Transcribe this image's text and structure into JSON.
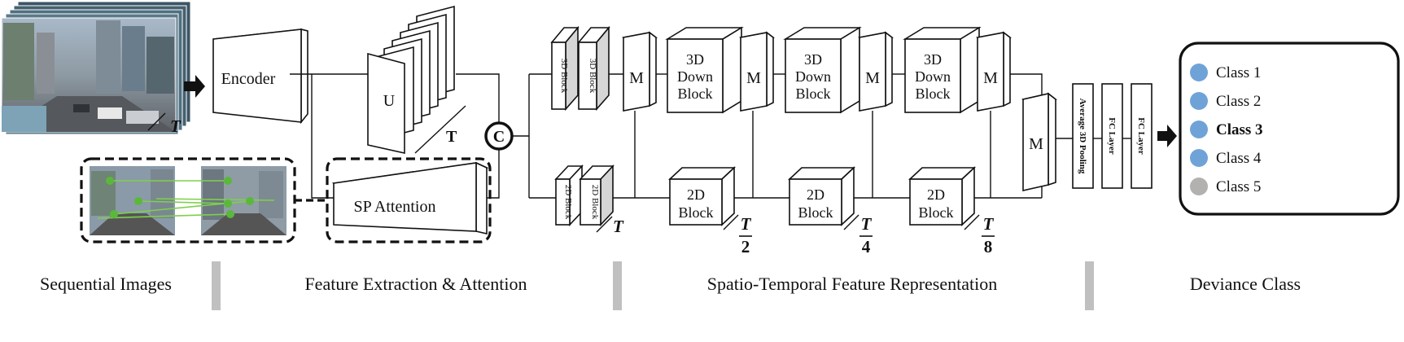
{
  "labels": {
    "T": "T",
    "T_plain": "T",
    "encoder": "Encoder",
    "u": "U",
    "concat": "C",
    "sp_attention": "SP Attention",
    "block3d": "3D Block",
    "block2d": "2D Block",
    "m": "M",
    "down_l1": "3D",
    "down_l2": "Down",
    "down_l3": "Block",
    "b2d_l1": "2D",
    "b2d_l2": "Block",
    "pool": "Average 3D Pooling",
    "fc": "FC Layer",
    "frac_num": "T",
    "d2": "2",
    "d4": "4",
    "d8": "8"
  },
  "classes": [
    {
      "label": "Class 1",
      "color": "#6fa3d8",
      "bold": false
    },
    {
      "label": "Class 2",
      "color": "#6fa3d8",
      "bold": false
    },
    {
      "label": "Class 3",
      "color": "#6fa3d8",
      "bold": true
    },
    {
      "label": "Class 4",
      "color": "#6fa3d8",
      "bold": false
    },
    {
      "label": "Class 5",
      "color": "#b3b0b0",
      "bold": false
    }
  ],
  "sections": {
    "s1": "Sequential Images",
    "s2": "Feature Extraction & Attention",
    "s3": "Spatio-Temporal Feature Representation",
    "s4": "Deviance Class"
  },
  "colors": {
    "divider": "#c0c0c0",
    "block_fill": "#ffffff",
    "gray_face": "#d6d6d6",
    "match_line": "#7ed04b",
    "match_dot": "#5ab83a"
  }
}
